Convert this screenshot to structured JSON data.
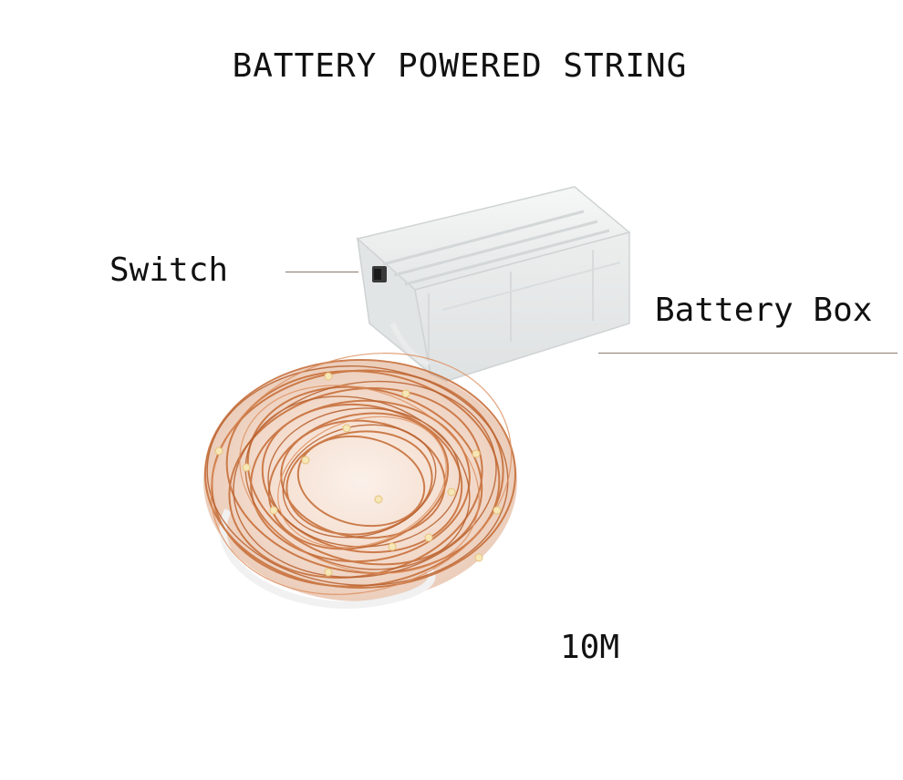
{
  "title": "BATTERY POWERED STRING",
  "labels": {
    "switch": "Switch",
    "battery_box": "Battery Box",
    "length": "10M"
  },
  "colors": {
    "copper": "#c8713c",
    "box": "#eef0f0",
    "leader_line": "#8c7a6e"
  }
}
